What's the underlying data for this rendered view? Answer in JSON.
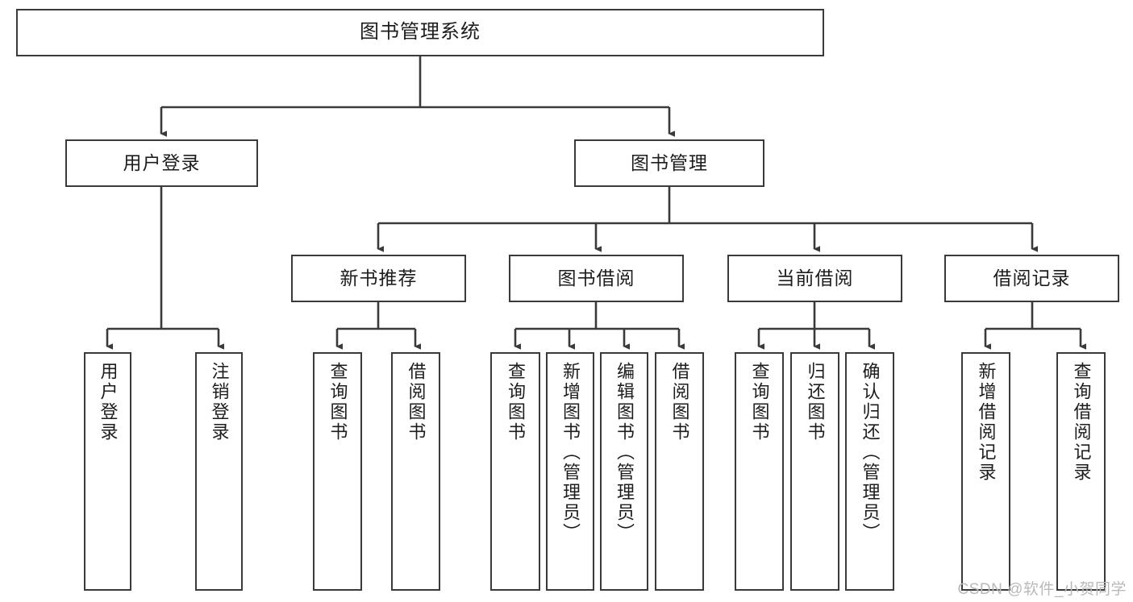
{
  "diagram": {
    "title": "图书管理系统",
    "type": "tree-hierarchy",
    "watermark": "CSDN @软件_小贺同学",
    "colors": {
      "box_border": "#3a3a3a",
      "box_fill": "#ffffff",
      "connector": "#3a3a3a",
      "text": "#1d1d1d",
      "watermark": "#b9b9b9"
    }
  },
  "root": {
    "label": "图书管理系统"
  },
  "level2": [
    {
      "label": "用户登录"
    },
    {
      "label": "图书管理"
    }
  ],
  "level3": [
    {
      "label": "新书推荐"
    },
    {
      "label": "图书借阅"
    },
    {
      "label": "当前借阅"
    },
    {
      "label": "借阅记录"
    }
  ],
  "leaves": {
    "user_login": [
      {
        "label": "用户登录"
      },
      {
        "label": "注销登录"
      }
    ],
    "new_book_recommend": [
      {
        "label": "查询图书"
      },
      {
        "label": "借阅图书"
      }
    ],
    "book_borrow": [
      {
        "label": "查询图书"
      },
      {
        "label": "新增图书（管理员）"
      },
      {
        "label": "编辑图书（管理员）"
      },
      {
        "label": "借阅图书"
      }
    ],
    "current_borrow": [
      {
        "label": "查询图书"
      },
      {
        "label": "归还图书"
      },
      {
        "label": "确认归还（管理员）"
      }
    ],
    "borrow_record": [
      {
        "label": "新增借阅记录"
      },
      {
        "label": "查询借阅记录"
      }
    ]
  }
}
